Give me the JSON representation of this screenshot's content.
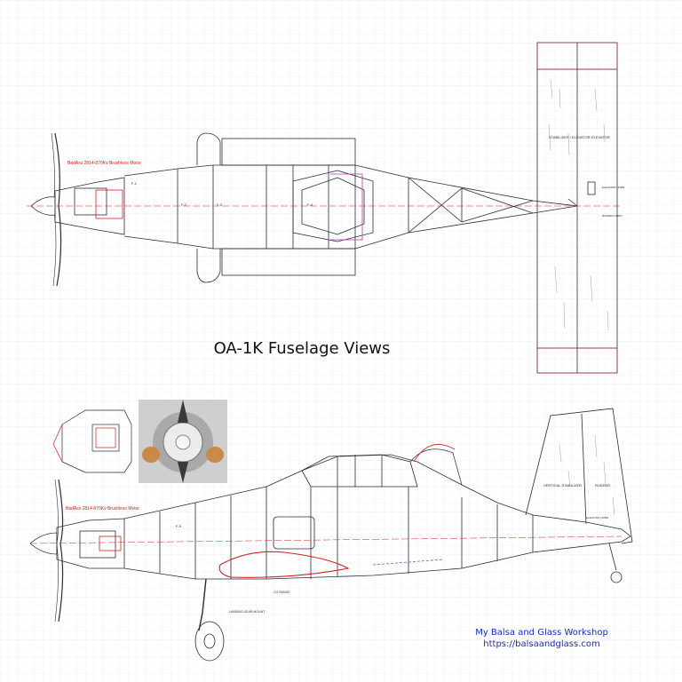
{
  "title": "OA-1K Fuselage Views",
  "credit": {
    "workshop": "My Balsa and Glass Workshop",
    "url": "https://balsaandglass.com"
  },
  "labels": {
    "motor_top": "BadAss 2814-870Kv Brushless Motor",
    "motor_side": "BadAss 2814-870Kv Brushless Motor",
    "stab_elevator": "STABILIZER / ELEVATOR",
    "elevator": "ELEVATOR",
    "elevator_horn": "ELEVATOR HORN",
    "rudder_horn": "RUDDER HORN",
    "vertical_stabilizer": "VERTICAL STABILIZER",
    "rudder": "RUDDER",
    "elevator_horn_side": "ELEVATOR HORN",
    "landing_gear_mount": "LANDING GEAR MOUNT",
    "cg_range": "CG RANGE",
    "bulkhead_f1": "F-1",
    "bulkhead_f2": "F-2",
    "bulkhead_f3": "F-3",
    "bulkhead_f4": "F-4",
    "bulkhead_f5": "F-5"
  },
  "colors": {
    "blueprint_line": "#2a2a3a",
    "red_annotation": "#d42020",
    "magenta": "#b03ab8",
    "grid": "#c9d9ea",
    "credit_blue": "#1a2cc8"
  }
}
